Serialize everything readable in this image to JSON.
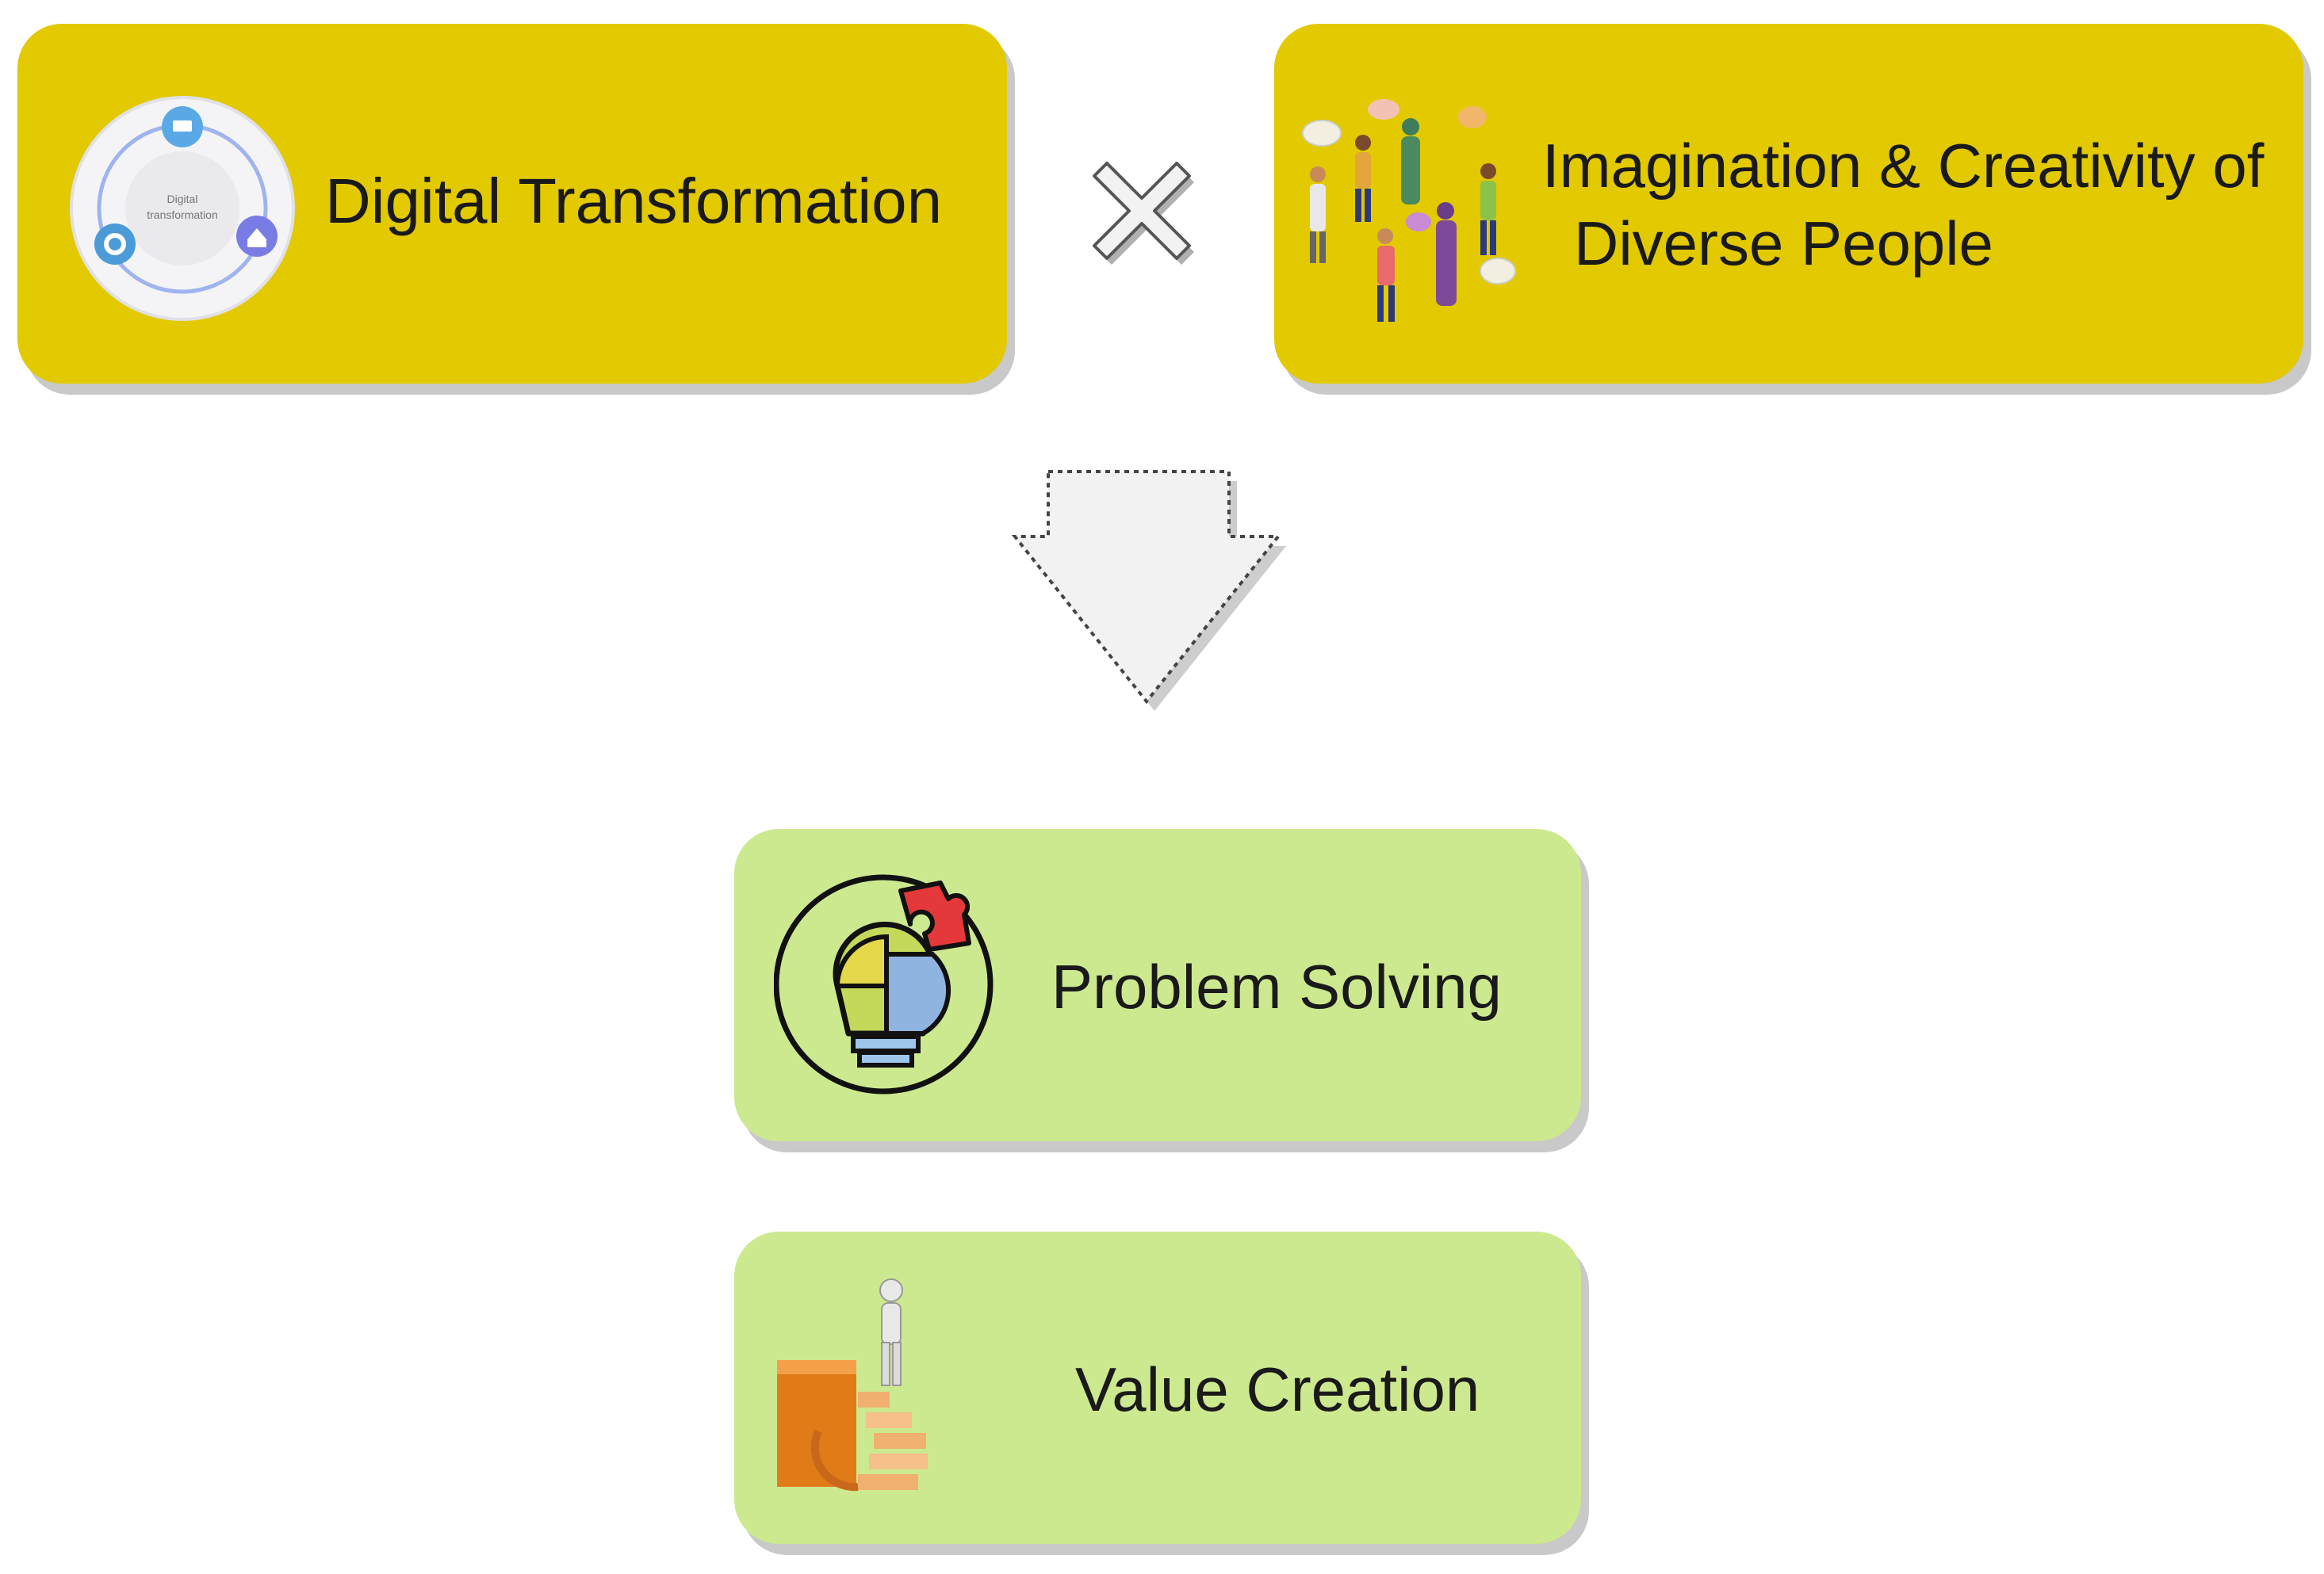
{
  "top_left": {
    "title": "Digital Transformation",
    "icon": "digital-transformation-cycle-icon",
    "icon_caption": "Digital transformation"
  },
  "operator": {
    "symbol": "×",
    "icon": "multiply-icon"
  },
  "top_right": {
    "line1": "Imagination & Creativity of",
    "line2": "Diverse People",
    "icon": "diverse-people-icon"
  },
  "arrow": {
    "icon": "down-arrow-icon"
  },
  "middle": {
    "title": "Problem Solving",
    "icon": "lightbulb-puzzle-icon"
  },
  "bottom": {
    "title": "Value Creation",
    "icon": "stairs-figure-icon"
  },
  "colors": {
    "yellow": "#e2c900",
    "green": "#cde98f",
    "shadow": "#c9c9c9"
  }
}
